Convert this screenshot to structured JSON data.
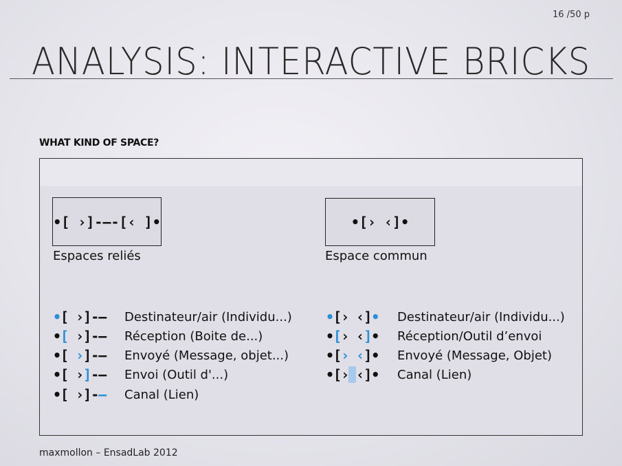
{
  "page_number": "16 /50 p",
  "title": "ANALYSIS: INTERACTIVE BRICKS",
  "section_label": "WHAT KIND OF SPACE?",
  "linked": {
    "box_symbol": "•[ ›]-—-[‹ ]•",
    "caption": "Espaces reliés",
    "rows": [
      {
        "label": "Destinateur/air (Individu...)"
      },
      {
        "label": "Réception (Boite de...)"
      },
      {
        "label": "Envoyé (Message, objet...)"
      },
      {
        "label": "Envoi (Outil d'...)"
      },
      {
        "label": "Canal (Lien)"
      }
    ]
  },
  "shared": {
    "box_symbol": "•[› ‹]•",
    "caption": "Espace commun",
    "rows": [
      {
        "label": "Destinateur/air (Individu...)"
      },
      {
        "label": "Réception/Outil d’envoi"
      },
      {
        "label": "Envoyé (Message, Objet)"
      },
      {
        "label": "Canal (Lien)"
      }
    ]
  },
  "footer": "maxmollon – EnsadLab 2012",
  "colors": {
    "accent_blue": "#2a8fd6",
    "highlight": "#a9c9ec"
  }
}
